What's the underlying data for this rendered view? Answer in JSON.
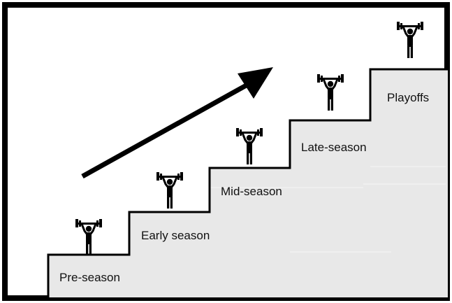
{
  "diagram": {
    "steps": [
      {
        "id": "pre-season",
        "label": "Pre-season"
      },
      {
        "id": "early-season",
        "label": "Early season"
      },
      {
        "id": "mid-season",
        "label": "Mid-season"
      },
      {
        "id": "late-season",
        "label": "Late-season"
      },
      {
        "id": "playoffs",
        "label": "Playoffs"
      }
    ],
    "figure_icon": "weightlifter-icon",
    "arrow_icon": "upward-arrow-icon",
    "colors": {
      "step_fill": "#e8e8e8",
      "stroke": "#000000",
      "text": "#111111"
    }
  }
}
